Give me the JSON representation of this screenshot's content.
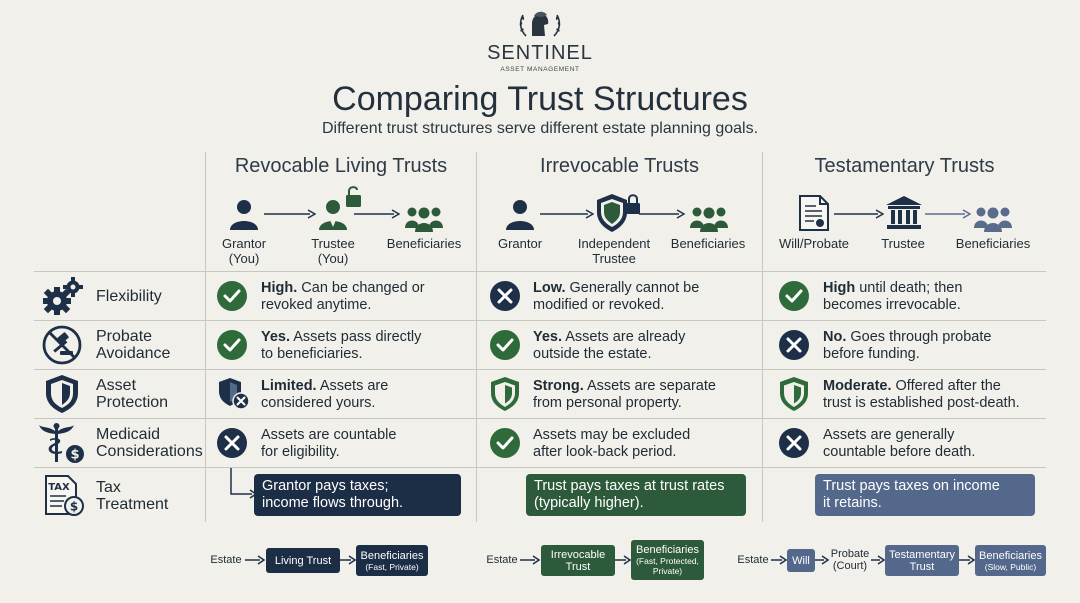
{
  "brand": {
    "name": "SENTINEL",
    "sub": "ASSET MANAGEMENT"
  },
  "title": "Comparing Trust Structures",
  "subtitle": "Different trust structures serve different estate planning goals.",
  "columns": [
    {
      "name": "Revocable Living Trusts",
      "flow": [
        {
          "label": "Grantor",
          "label2": "(You)"
        },
        {
          "label": "Trustee",
          "label2": "(You)"
        },
        {
          "label": "Beneficiaries"
        }
      ]
    },
    {
      "name": "Irrevocable Trusts",
      "flow": [
        {
          "label": "Grantor"
        },
        {
          "label": "Independent",
          "label2": "Trustee"
        },
        {
          "label": "Beneficiaries"
        }
      ]
    },
    {
      "name": "Testamentary Trusts",
      "flow": [
        {
          "label": "Will/Probate"
        },
        {
          "label": "Trustee"
        },
        {
          "label": "Beneficiaries"
        }
      ]
    }
  ],
  "rows": [
    {
      "label": [
        "Flexibility"
      ],
      "icon": "gears-icon",
      "cells": [
        {
          "status": "check",
          "bold": "High.",
          "l1": " Can be changed or",
          "l2": "revoked anytime."
        },
        {
          "status": "x",
          "bold": "Low.",
          "l1": " Generally cannot be",
          "l2": "modified or revoked."
        },
        {
          "status": "check",
          "bold": "High",
          "l1": " until death; then",
          "l2": "becomes irrevocable."
        }
      ]
    },
    {
      "label": [
        "Probate",
        "Avoidance"
      ],
      "icon": "no-gavel-icon",
      "cells": [
        {
          "status": "check",
          "bold": "Yes.",
          "l1": " Assets pass directly",
          "l2": "to beneficiaries."
        },
        {
          "status": "check",
          "bold": "Yes.",
          "l1": " Assets are already",
          "l2": "outside the estate."
        },
        {
          "status": "x",
          "bold": "No.",
          "l1": " Goes through probate",
          "l2": "before funding."
        }
      ]
    },
    {
      "label": [
        "Asset",
        "Protection"
      ],
      "icon": "shield-icon",
      "cells": [
        {
          "status": "shield-x",
          "bold": "Limited.",
          "l1": " Assets are",
          "l2": "considered yours."
        },
        {
          "status": "shield-green",
          "bold": "Strong.",
          "l1": " Assets are separate",
          "l2": "from personal property."
        },
        {
          "status": "shield-green",
          "bold": "Moderate.",
          "l1": " Offered after the",
          "l2": "trust is established post-death."
        }
      ]
    },
    {
      "label": [
        "Medicaid",
        "Considerations"
      ],
      "icon": "caduceus-icon",
      "cells": [
        {
          "status": "x",
          "bold": "",
          "l1": "Assets are countable",
          "l2": "for eligibility."
        },
        {
          "status": "check",
          "bold": "",
          "l1": "Assets may be excluded",
          "l2": "after look-back period."
        },
        {
          "status": "x",
          "bold": "",
          "l1": "Assets are generally",
          "l2": "countable before death."
        }
      ]
    },
    {
      "label": [
        "Tax",
        "Treatment"
      ],
      "icon": "tax-document-icon",
      "cells": [
        {
          "l1": "Grantor pays taxes;",
          "l2": "income flows through."
        },
        {
          "l1": "Trust pays taxes at trust rates",
          "l2": "(typically higher)."
        },
        {
          "l1": "Trust pays taxes on income",
          "l2": "it retains."
        }
      ]
    }
  ],
  "bottom_flows": [
    {
      "start": "Estate",
      "boxes": [
        {
          "label": "Living Trust"
        },
        {
          "label": "Beneficiaries",
          "sub": "(Fast, Private)"
        }
      ]
    },
    {
      "start": "Estate",
      "boxes": [
        {
          "label": "Irrevocable",
          "label2": "Trust"
        },
        {
          "label": "Beneficiaries",
          "sub": "(Fast, Protected,",
          "sub2": "Private)"
        }
      ]
    },
    {
      "start": "Estate",
      "boxes": [
        {
          "label": "Will"
        },
        {
          "text": "Probate",
          "text2": "(Court)"
        },
        {
          "label": "Testamentary",
          "label2": "Trust"
        },
        {
          "label": "Beneficiaries",
          "sub": "(Slow, Public)"
        }
      ]
    }
  ],
  "colors": {
    "navy": "#1c2e45",
    "green": "#2c5a3a",
    "slate": "#53688a",
    "check_green": "#2f6b3a",
    "x_navy": "#1e3048"
  }
}
